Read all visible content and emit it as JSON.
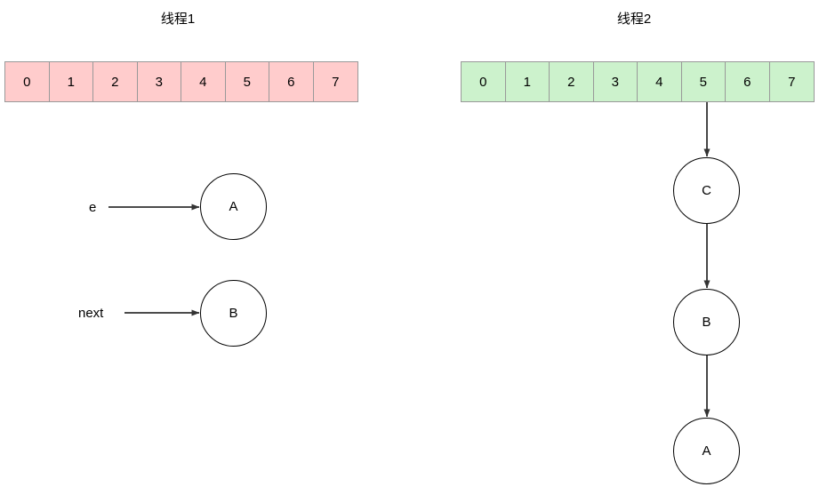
{
  "diagram": {
    "type": "hashmap-resize-concurrency-diagram",
    "background": "#ffffff"
  },
  "panels": [
    {
      "id": "thread1",
      "title": "线程1",
      "array": {
        "name": "bucket-array",
        "fill": "#FFCCCC",
        "border": "#999999",
        "cells": [
          "0",
          "1",
          "2",
          "3",
          "4",
          "5",
          "6",
          "7"
        ]
      },
      "pointers": [
        {
          "label": "e",
          "target": "A"
        },
        {
          "label": "next",
          "target": "B"
        }
      ],
      "nodes": [
        {
          "label": "A"
        },
        {
          "label": "B"
        }
      ]
    },
    {
      "id": "thread2",
      "title": "线程2",
      "array": {
        "name": "bucket-array",
        "fill": "#CCF2CC",
        "border": "#999999",
        "cells": [
          "0",
          "1",
          "2",
          "3",
          "4",
          "5",
          "6",
          "7"
        ]
      },
      "source_cell": "5",
      "chain": [
        "C",
        "B",
        "A"
      ],
      "nodes": [
        {
          "label": "C"
        },
        {
          "label": "B"
        },
        {
          "label": "A"
        }
      ]
    }
  ],
  "colors": {
    "pink_fill": "#FFCCCC",
    "green_fill": "#CCF2CC",
    "cell_border": "#999999",
    "stroke": "#000000",
    "arrow_stroke": "#333333",
    "node_fill": "#ffffff"
  }
}
